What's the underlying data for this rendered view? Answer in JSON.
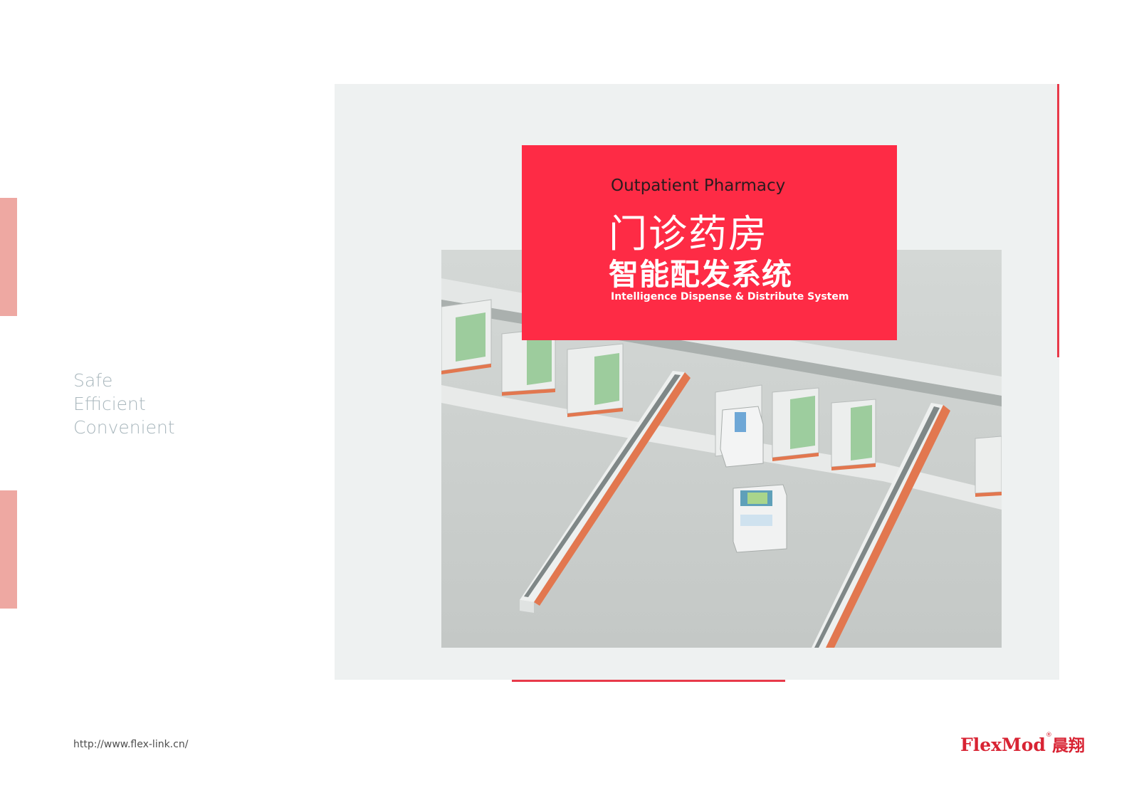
{
  "tagline": [
    "Safe",
    "Efficient",
    "Convenient"
  ],
  "title_box": {
    "title_en": "Outpatient Pharmacy",
    "title_cn_line1": "门诊药房",
    "title_cn_line2": "智能配发系统",
    "subtitle_en": "Intelligence Dispense & Distribute System"
  },
  "footer": {
    "url": "http://www.flex-link.cn/",
    "logo_brand": "FlexMod",
    "logo_reg": "®",
    "logo_cn": "晨翔"
  },
  "colors": {
    "accent_red": "#fe2b45",
    "side_bar_pink": "#eea8a2",
    "panel_gray": "#eef1f1",
    "tagline_gray": "#a9b7bd",
    "logo_red": "#d82333"
  }
}
